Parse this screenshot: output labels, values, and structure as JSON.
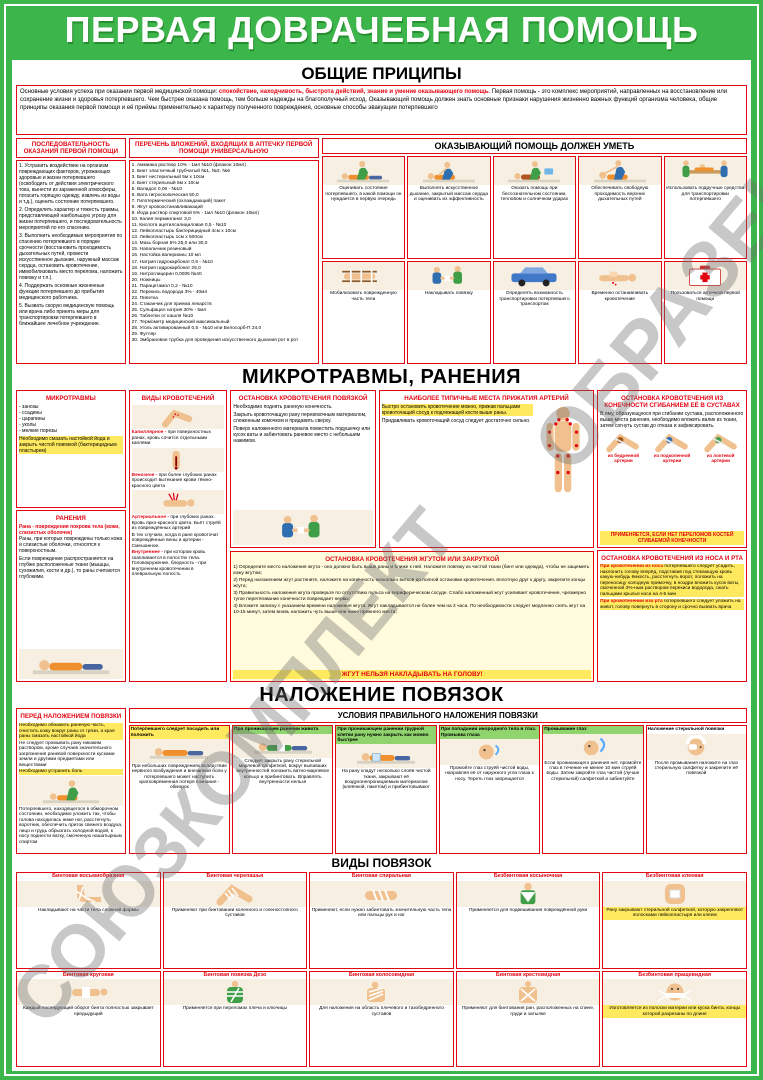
{
  "poster": {
    "title": "ПЕРВАЯ ДОВРАЧЕБНАЯ ПОМОЩЬ",
    "watermark1": "СОЮЗКОМПЛЕКТ",
    "watermark2": "ОБРАЗЕЦ"
  },
  "colors": {
    "green": "#3cb54a",
    "red": "#e30613",
    "yellow": "#ffe95e",
    "lightgreen": "#90d46e"
  },
  "general": {
    "header": "ОБЩИЕ ПРИЦИПЫ",
    "intro_lead": "Основные условия успеха при оказании первой медицинской помощи: ",
    "intro_bold": "спокойствие, находчивость, быстрота действий, знание и умение оказывающего помощь.",
    "intro_rest": " Первая помощь - это комплекс мероприятий, направленных на восстановление или сохранение жизни и здоровья потерпевшего. Чем быстрее оказана помощь, тем больше надежды на благополучный исход. Оказывающий помощь должен знать основные признаки нарушения жизненно важных функций организма человека, общие принципы оказания первой помощи и её приёмы применительно к характеру полученного повреждения, основные способы эвакуации потерпевшего",
    "sequence": {
      "title": "ПОСЛЕДОВАТЕЛЬНОСТЬ ОКАЗАНИЯ ПЕРВОЙ ПОМОЩИ",
      "items": [
        "1. Устранить воздействие на организм повреждающих факторов, угрожающих здоровью и жизни потерпевшего (освободить от действия электрического тока, вынести из зараженной атмосферы, погасить горящую одежду, извлечь из воды и т.д.), оценить состояние потерпевшего.",
        "2. Определить характер и тяжесть травмы, представляющей наибольшую угрозу для жизни потерпевшего, и последовательность мероприятий по его спасению.",
        "3. Выполнить необходимые мероприятия по спасению потерпевшего в порядке срочности (восстановить проходимость дыхательных путей, провести искусственное дыхание, наружный массаж сердца, остановить кровотечение, иммобилизовать место перелома, наложить повязку и т.п.).",
        "4. Поддержать основные жизненные функции потерпевшего до прибытия медицинского работника.",
        "5. Вызвать скорую медицинскую помощь или врача либо принять меры для транспортировки потерпевшего в ближайшее лечебное учреждение."
      ]
    },
    "kit": {
      "title": "ПЕРЕЧЕНЬ ВЛОЖЕНИЙ, ВХОДЯЩИХ В АПТЕЧКУ ПЕРВОЙ ПОМОЩИ УНИВЕРСАЛЬНУЮ",
      "items": [
        "1. Аммиака раствор 10% - 1мл №10 (флакон 10мл)",
        "2. Бинт эластичный трубчатый №1, №3, №6",
        "3. Бинт нестерильный 5м х 10см",
        "4. Бинт стерильный 5м х 10см",
        "5. Валидол 0,06 - №10",
        "6. Вата гигроскопическая 50,0",
        "7. Гипотермический (охлаждающий) пакет",
        "8. Жгут кровоостанавливающий",
        "9. Йода раствор спиртовой 5% - 1мл №10 (флакон 10мл)",
        "10. Калия перманганат 3,0",
        "11. Кислота ацетилсалициловая 0,5 - №10",
        "12. Лейкопластырь бактерицидный 4см х 10см",
        "13. Лейкопластырь 1см х 500см",
        "14. Мазь борная 5% 25,0 или 30,0",
        "15. Напальчник резиновый",
        "16. Настойка валерианы 10 мл",
        "17. Натрия гидрокарбонат 0,5 - №10",
        "18. Натрия гидрокарбонат 25,0",
        "19. Нитроглицерин 0,0005 №40",
        "20. Ножницы",
        "21. Парацетамол 0,2 - №10",
        "22. Перекись водорода 3% - 40мл",
        "23. Пипетка",
        "24. Стаканчик для приема лекарств",
        "25. Сульфацил натрия 30% - 5мл",
        "26. Таблетки от кашля №10",
        "27. Термометр медицинский максимальный",
        "28. Уголь активированный 0,5 - №10 или Белосорб-П 24,0",
        "29. Футляр",
        "30. Эмбрановая трубка для проведения искусственного дыхания рот в рот"
      ]
    },
    "skills": {
      "title": "ОКАЗЫВАЮЩИЙ ПОМОЩЬ ДОЛЖЕН УМЕТЬ",
      "cells": [
        "Оценивать состояние потерпевшего, в какой помощи он нуждается в первую очередь",
        "Выполнять искусственное дыхание, закрытый массаж сердца и оценивать их эффективность",
        "Оказать помощь при бессознательном состоянии, тепловом и солнечном ударах",
        "Обеспечивать свободную проходимость верхних дыхательных путей",
        "Использовать подручные средства для транспортировки потерпевшего",
        "Мобилизовать поврежденную часть тела",
        "Накладывать повязку",
        "Определять возможность транспортировки потерпевшего транспортом",
        "Временно останавливать кровотечение",
        "Пользоваться аптечкой первой помощи"
      ]
    }
  },
  "wounds": {
    "header": "МИКРОТРАВМЫ, РАНЕНИЯ",
    "micro": {
      "title": "МИКРОТРАВМЫ",
      "items": [
        "- занозы",
        "- ссадины",
        "- царапины",
        "- уколы",
        "- мелкие порезы"
      ],
      "note": "Необходимо смазать настойкой йода и закрыть чистой повязкой (бактерицидным пластырем)"
    },
    "wounds_box": {
      "title": "РАНЕНИЯ",
      "def": "Рана - повреждения покрова тела (кожи, слизистых оболочек)",
      "p1": "Раны, при которых повреждены только кожа и слизистые оболочки, относятся к поверхностным.",
      "p2": "Если повреждение распространяется на глубже расположенные ткани (мышцы, сухожилия, кости и др.), то раны считаются глубокими."
    },
    "bleeding": {
      "title": "ВИДЫ КРОВОТЕЧЕНИЙ",
      "types": [
        {
          "name": "Капиллярное -",
          "text": "при поверхностных ранах, кровь сочится отдельными каплями"
        },
        {
          "name": "Венозное -",
          "text": "при более глубоких ранах происходит вытекание крови тёмно-красного цвета"
        },
        {
          "name": "Артериальное -",
          "text": "при глубоких ранах. Кровь ярко-красного цвета. Бьёт струёй из повреждённых артерий"
        }
      ],
      "mixed": "В тех случаях, когда в ране кровоточат повреждённые вены и артерии - Смешанное.",
      "internal_name": "Внутреннее -",
      "internal_text": "при котором кровь скапливается в полостях тела. Головокружение, бледность - при внутреннем кровотечении в плевральную полость"
    },
    "pressure_bandage": {
      "title": "ОСТАНОВКА КРОВОТЕЧЕНИЯ ПОВЯЗКОЙ",
      "p1": "Необходимо поднять раненую конечность.",
      "p2": "Закрыть кровоточащую рану перевязочным материалом, сложенным комочком и придавить сверху.",
      "p3": "Поверх наложенного материала поместить подушечку или кусок ваты и забинтовать раневое место с небольшим нажимом."
    },
    "artery_points": {
      "title": "НАИБОЛЕЕ ТИПИЧНЫЕ МЕСТА ПРИЖАТИЯ АРТЕРИЙ",
      "p1": "Быстро остановить кровотечение можно, прижав пальцами кровоточащий сосуд к подлежащей кости выше раны.",
      "p2": "Придавливать кровоточащий сосуд следует достаточно сильно."
    },
    "flexion": {
      "title": "ОСТАНОВКА КРОВОТЕЧЕНИЯ ИЗ КОНЕЧНОСТИ СГИБАНИЕМ ЕЁ В СУСТАВАХ",
      "p": "В яму, образующуюся при сгибании сустава, расположенного выше места ранения, необходимо вложить валик из ткани, затем согнуть сустав до отказа и зафиксировать.",
      "captions": [
        "из бедренной артерии",
        "из подколенной артерии",
        "из локтевой артерии"
      ],
      "note": "ПРИМЕНЯЕТСЯ, ЕСЛИ НЕТ ПЕРЕЛОМОВ КОСТЕЙ СГИБАЕМОЙ КОНЕЧНОСТИ"
    },
    "tourniquet": {
      "title": "ОСТАНОВКА КРОВОТЕЧЕНИЯ ЖГУТОМ ИЛИ ЗАКРУТКОЙ",
      "steps": [
        "1) Определите место наложения жгута - оно должно быть выше раны и ближе к ней. Наложите повязку из чистой ткани (бинт или одежда), чтобы не защемить кожу жгутом;",
        "2) Перед наложением жгут растяните, наложите на конечность несколько витков до полной остановки кровотечения, вплотную друг к другу, закрепите концы жгута;",
        "3) Правильность наложения жгута проверьте по отсутствию пульса на периферическом сосуде. Слабо наложенный жгут усиливает кровотечение, чрезмерно тугое перетягивание конечности повреждает нервы;",
        "4) Вложите записку с указанием времени наложения жгута. Жгут накладывается не более чем на 2 часа. По необходимости следует медленно снять жгут на 10-15 минут, затем вновь наложить чуть выше или ниже прежнего места;"
      ],
      "warning": "ЖГУТ НЕЛЬЗЯ НАКЛАДЫВАТЬ НА ГОЛОВУ!"
    },
    "nose_mouth": {
      "title": "ОСТАНОВКА КРОВОТЕЧЕНИЯ ИЗ НОСА И РТА",
      "nose_lead": "При кровотечении из носа",
      "nose_text": " потерпевшего следует усадить, наклонить голову вперёд, подставив под стекающую кровь какую-нибудь ёмкость, расстегнуть ворот, положить на переносицу холодную примочку, в ноздри вложить кусок ваты, смоченной 3%-ным раствором перекиси водорода, сжать пальцами крылья носа на 4-5 мин",
      "mouth_lead": "При кровотечении изо рта",
      "mouth_text": " потерпевшего следует уложить на живот, голову повернуть в сторону и срочно вызвать врача"
    }
  },
  "bandaging": {
    "header": "НАЛОЖЕНИЕ ПОВЯЗОК",
    "before": {
      "title": "ПЕРЕД НАЛОЖЕНИЕМ ПОВЯЗКИ",
      "i1": "Необходимо обнажить раненую часть, очистить кожу вокруг раны от грязи, а края раны смазать настойкой йода",
      "i2": "Не следует промывать рану никаким раствором, кроме случаев значительного загрязнения раневой поверхности кусками земли и другими предметами или веществами",
      "i3": "Необходимо устранить боль",
      "i4": "Потерпевшего, находящегося в обморочном состоянии, необходимо уложить так, чтобы голова находилась ниже ног, расстегнуть воротник, обеспечить приток свежего воздуха, лицо и грудь обрызгать холодной водой, к носу поднести ватку, смоченную нашатырным спиртом"
    },
    "conditions": {
      "title": "УСЛОВИЯ ПРАВИЛЬНОГО НАЛОЖЕНИЯ ПОВЯЗКИ",
      "c1_lead": "Потерпевшего следует посадить или положить",
      "c1_text": "При небольших повреждениях вследствие нервного возбуждения и внезапной боли у потерпевшего может наступить кратковременная потеря сознания - обморок",
      "c2_lead": "При проникающем ранении живота",
      "c2_text": "Следует закрыть рану стерильной марлевой салфеткой, вокруг выпавших внутренностей положить ватно-марлевое кольцо и прибинтовать. Вправлять внутренности нельзя",
      "c3_lead": "При проникающем ранении грудной клетки рану нужно закрыть как можно быстрее",
      "c3_text": "На рану кладут несколько слоёв чистой ткани, закрывают её воздухонепроницаемым материалом (клеёнкой, пакетом) и прибинтовывают",
      "c4_lead": "При попадании инородного тела в глаз. Промывка глаза",
      "c4_text": "Промойте глаз струёй чистой воды, направляя её от наружного угла глаза к носу. Тереть глаз запрещается",
      "c5_lead": "Промывание глаз",
      "c5_text": "Если проникающего ранения нет, промойте глаз в течение не менее 10 мин струёй воды. Затем закройте глаз чистой (лучше стерильной) салфеткой и забинтуйте",
      "c6_lead": "Наложение стерильной повязки",
      "c6_text": "После промывания наложите на глаз стерильную салфетку и закрепите её повязкой"
    },
    "types": {
      "title": "ВИДЫ ПОВЯЗОК",
      "items": [
        {
          "name": "Бинтовая восьмиобразная",
          "text": "Накладывают на части тела сложной формы"
        },
        {
          "name": "Бинтовая черепашья",
          "text": "Применяют при бинтовании коленного и голеностопного суставов"
        },
        {
          "name": "Бинтовая спиральная",
          "text": "Применяют, если нужно забинтовать значительную часть тела или пальцы рук и ног"
        },
        {
          "name": "Безбинтовая косыночная",
          "text": "Применяется для подвешивания повреждённой руки"
        },
        {
          "name": "Безбинтовая клеевая",
          "text": "Рану закрывают стерильной салфеткой, которую закрепляют полосками лейкопластыря или клеем"
        },
        {
          "name": "Бинтовая круговая",
          "text": "Каждый последующий оборот бинта полностью закрывает предыдущий"
        },
        {
          "name": "Бинтовая повязка Дезо",
          "text": "Применяется при переломах плеча и ключицы"
        },
        {
          "name": "Бинтовая колосовидная",
          "text": "Для наложения на область плечевого и тазобедренного суставов"
        },
        {
          "name": "Бинтовая крестовидная",
          "text": "Применяют для бинтования ран, расположенных на спине, груди и затылке"
        },
        {
          "name": "Безбинтовая пращевидная",
          "text": "Изготовляется из полоски материи или куска бинта, концы которой разрезаны по длине"
        }
      ]
    }
  }
}
